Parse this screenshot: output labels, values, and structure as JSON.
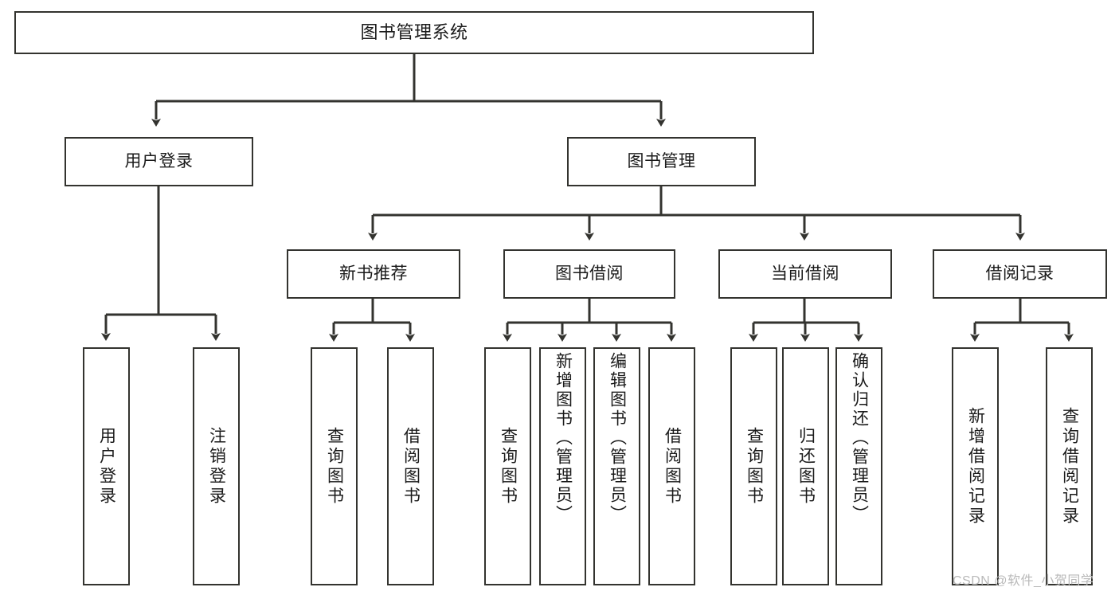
{
  "diagram": {
    "type": "tree-hierarchy",
    "title": "图书管理系统",
    "root": {
      "label": "图书管理系统"
    },
    "level1": [
      {
        "id": "user-login",
        "label": "用户登录"
      },
      {
        "id": "book-management",
        "label": "图书管理"
      }
    ],
    "level2": [
      {
        "id": "new-book-recommend",
        "label": "新书推荐",
        "parent": "book-management"
      },
      {
        "id": "book-borrow",
        "label": "图书借阅",
        "parent": "book-management"
      },
      {
        "id": "current-borrow",
        "label": "当前借阅",
        "parent": "book-management"
      },
      {
        "id": "borrow-record",
        "label": "借阅记录",
        "parent": "book-management"
      }
    ],
    "leaves": {
      "user_login": [
        {
          "id": "leaf-user-login",
          "label": "用户登录"
        },
        {
          "id": "leaf-logout-login",
          "label": "注销登录"
        }
      ],
      "new_book_recommend": [
        {
          "id": "leaf-query-book-1",
          "label": "查询图书"
        },
        {
          "id": "leaf-borrow-book-1",
          "label": "借阅图书"
        }
      ],
      "book_borrow": [
        {
          "id": "leaf-query-book-2",
          "label": "查询图书"
        },
        {
          "id": "leaf-add-book",
          "label": "新增图书（管理员）"
        },
        {
          "id": "leaf-edit-book",
          "label": "编辑图书（管理员）"
        },
        {
          "id": "leaf-borrow-book-2",
          "label": "借阅图书"
        }
      ],
      "current_borrow": [
        {
          "id": "leaf-query-book-3",
          "label": "查询图书"
        },
        {
          "id": "leaf-return-book",
          "label": "归还图书"
        },
        {
          "id": "leaf-confirm-return",
          "label": "确认归还（管理员）"
        }
      ],
      "borrow_record": [
        {
          "id": "leaf-add-borrow-record",
          "label": "新增借阅记录"
        },
        {
          "id": "leaf-query-borrow-record",
          "label": "查询借阅记录"
        }
      ]
    }
  },
  "watermark": {
    "text": "CSDN @软件_小贺同学"
  },
  "colors": {
    "stroke": "#33332f",
    "fill": "#ffffff",
    "text": "#1a1a1a",
    "watermark": "#b9b9b9"
  }
}
